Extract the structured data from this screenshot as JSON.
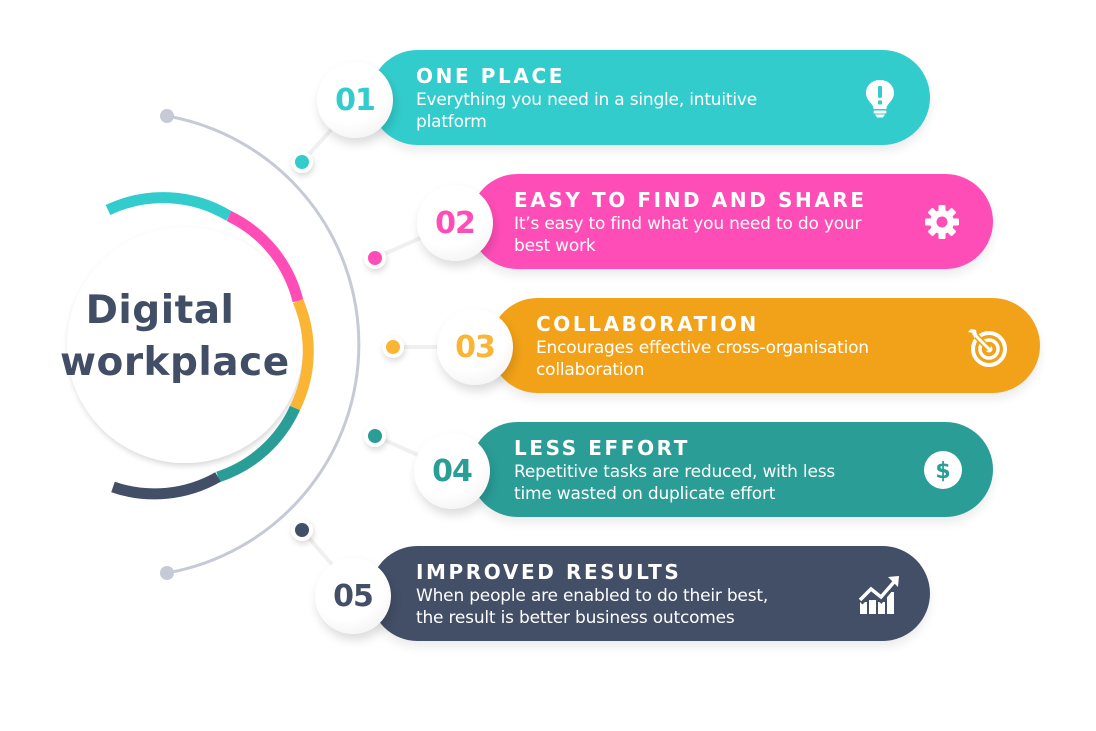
{
  "center": {
    "title_line1": "Digital",
    "title_line2": "workplace"
  },
  "colors": {
    "teal": "#33cccc",
    "pink": "#ff4db8",
    "orange": "#f2a218",
    "yellow": "#fbb534",
    "dark_teal": "#2a9d96",
    "navy": "#434f67",
    "arc_gray": "#c5cad6",
    "title": "#424e66"
  },
  "items": [
    {
      "number": "01",
      "heading": "ONE PLACE",
      "description_line1": "Everything you need in a single, intuitive",
      "description_line2": "platform",
      "icon": "lightbulb-icon",
      "color": "#33cccc"
    },
    {
      "number": "02",
      "heading": "EASY TO FIND AND SHARE",
      "description_line1": "It’s easy to find what you need to do your",
      "description_line2": "best work",
      "icon": "gear-icon",
      "color": "#ff4db8"
    },
    {
      "number": "03",
      "heading": "COLLABORATION",
      "description_line1": "Encourages effective cross-organisation",
      "description_line2": "collaboration",
      "icon": "target-icon",
      "color": "#f2a218"
    },
    {
      "number": "04",
      "heading": "LESS EFFORT",
      "description_line1": "Repetitive tasks are reduced, with less",
      "description_line2": "time wasted on duplicate effort",
      "icon": "dollar-icon",
      "color": "#2a9d96"
    },
    {
      "number": "05",
      "heading": "IMPROVED RESULTS",
      "description_line1": "When people are enabled to do their best,",
      "description_line2": "the result is better business outcomes",
      "icon": "chart-growth-icon",
      "color": "#434f67"
    }
  ]
}
